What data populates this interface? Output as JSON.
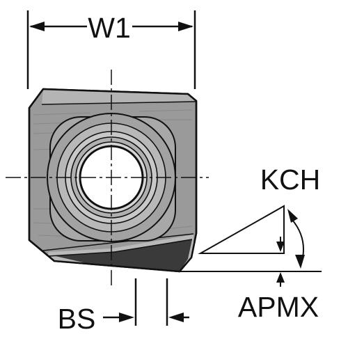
{
  "labels": {
    "w1": "W1",
    "kch": "KCH",
    "bs": "BS",
    "apmx": "APMX"
  },
  "colors": {
    "body_fill": "#9a9a9a",
    "body_dark": "#3a3a3a",
    "line": "#111111",
    "ring_light": "#c8c8c8",
    "hole": "#ffffff",
    "background": "#ffffff"
  }
}
